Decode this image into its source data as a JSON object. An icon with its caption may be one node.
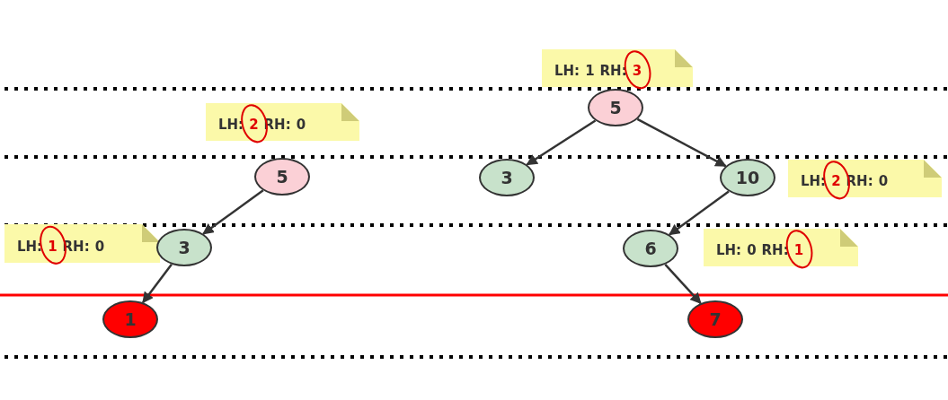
{
  "diagram": {
    "nodes": [
      {
        "text": [
          "LH:",
          "1",
          "RH:",
          "3"
        ]
      },
      {
        "text": [
          "5"
        ]
      },
      {
        "text": [
          "LH:",
          "2",
          "RH:",
          "0"
        ]
      },
      {
        "text": [
          "5"
        ]
      },
      {
        "text": [
          "3"
        ]
      },
      {
        "text": [
          "10"
        ]
      },
      {
        "text": [
          "LH:",
          "2",
          "RH:",
          "0"
        ]
      },
      {
        "text": [
          "LH:",
          "1",
          "RH:",
          "0"
        ]
      },
      {
        "text": [
          "3"
        ]
      },
      {
        "text": [
          "6"
        ]
      },
      {
        "text": [
          "LH:",
          "0",
          "RH:",
          "1"
        ]
      },
      {
        "text": [
          "1"
        ]
      },
      {
        "text": [
          "7"
        ]
      }
    ],
    "edges": [
      {
        "from": 3,
        "to": 8,
        "arrow": "to"
      },
      {
        "from": 8,
        "to": 11,
        "arrow": "to"
      },
      {
        "from": 1,
        "to": 4,
        "arrow": "to"
      },
      {
        "from": 1,
        "to": 5,
        "arrow": "to"
      },
      {
        "from": 5,
        "to": 9,
        "arrow": "to"
      },
      {
        "from": 9,
        "to": 12,
        "arrow": "to"
      }
    ]
  }
}
